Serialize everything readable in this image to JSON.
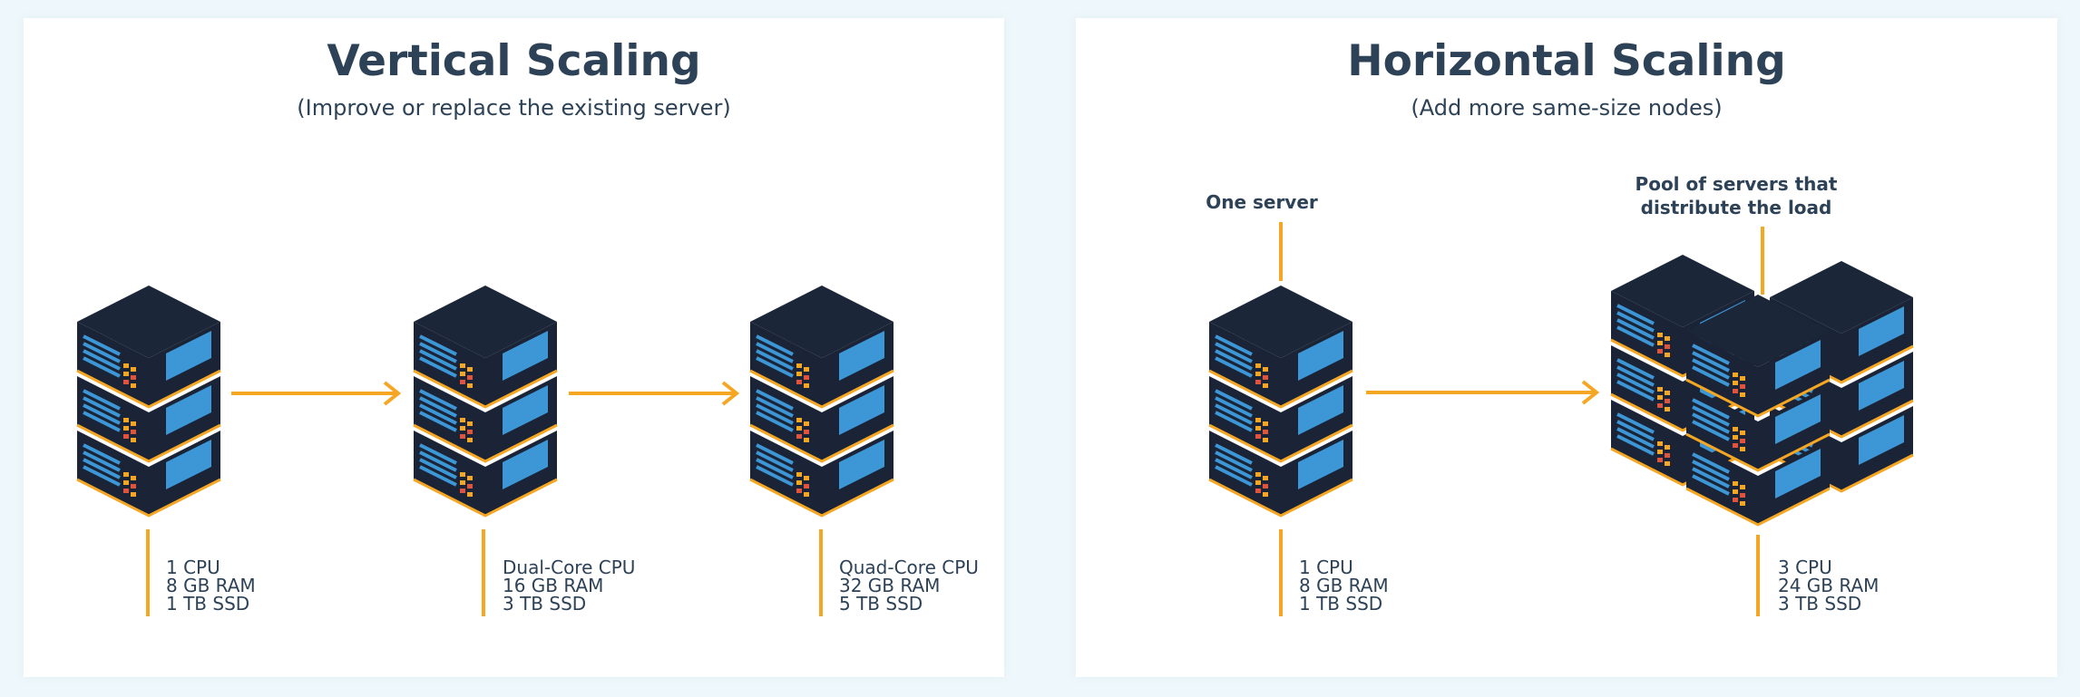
{
  "colors": {
    "accent": "#f5a623",
    "title": "#2d4257",
    "server_dark": "#1a2436",
    "server_screen": "#3d96d6"
  },
  "icons": {
    "server": "server-stack-icon",
    "arrow": "arrow-right-icon"
  },
  "vertical": {
    "title": "Vertical Scaling",
    "subtitle": "(Improve or replace the existing server)",
    "servers": [
      {
        "specs": [
          "1 CPU",
          "8 GB RAM",
          "1 TB SSD"
        ]
      },
      {
        "specs": [
          "Dual-Core CPU",
          "16 GB RAM",
          "3 TB SSD"
        ]
      },
      {
        "specs": [
          "Quad-Core CPU",
          "32 GB RAM",
          "5 TB SSD"
        ]
      }
    ]
  },
  "horizontal": {
    "title": "Horizontal Scaling",
    "subtitle": "(Add more same-size nodes)",
    "single_label": "One server",
    "pool_label_line1": "Pool of servers that",
    "pool_label_line2": "distribute the load",
    "single_specs": [
      "1 CPU",
      "8 GB RAM",
      "1 TB SSD"
    ],
    "pool_specs": [
      "3 CPU",
      "24 GB RAM",
      "3 TB SSD"
    ]
  }
}
